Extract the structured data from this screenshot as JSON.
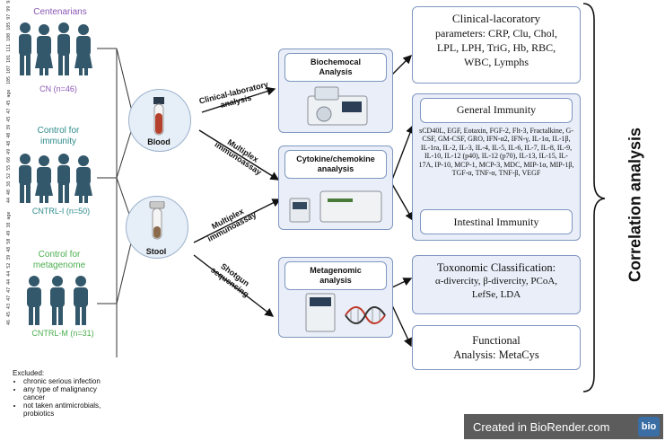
{
  "groups": {
    "centenarians": {
      "title": "Centenarians",
      "count": "CN (n=46)",
      "color": "#8a57b5",
      "ages": "105 107 101 111 100 105 97 99 98 102 100 96 98 97"
    },
    "immunity": {
      "title_line1": "Control for",
      "title_line2": "immunity",
      "count": "CNTRL-I (n=50)",
      "color": "#2e8b8b",
      "ages": "44 40 38 52 55 60 49 48 40 39 45 47 45 age"
    },
    "metagenome": {
      "title_line1": "Control for",
      "title_line2": "metagenome",
      "count": "CNTRL-M (n=31)",
      "color": "#4caf50",
      "ages": "46 45 43 47 47 44 44 52 39 48 50 49 38 age"
    }
  },
  "excluded": {
    "title": "Excluded:",
    "items": [
      "chronic serious infection",
      "any type of malignancy cancer",
      "not taken antimicrobials, probiotics"
    ]
  },
  "samples": {
    "blood": "Blood",
    "stool": "Stool"
  },
  "arrows": {
    "clinical": {
      "line1": "Clinical-laboratory",
      "line2": "analysis"
    },
    "multiplex1": {
      "line1": "Multiplex",
      "line2": "immunoassay"
    },
    "multiplex2": {
      "line1": "Multiplex",
      "line2": "immunoassay"
    },
    "shotgun": {
      "line1": "Shotgun",
      "line2": "sequencing"
    }
  },
  "panels": {
    "biochem": {
      "line1": "Biochemocal",
      "line2": "Analysis"
    },
    "cytokine": {
      "line1": "Cytokine/chemokine",
      "line2": "anaalysis"
    },
    "metagenomic": {
      "line1": "Metagenomic",
      "line2": "analysis"
    }
  },
  "results": {
    "clinical": {
      "line1": "Clinical-lacoratory",
      "line2": "parameters: CRP, Clu, Chol,",
      "line3": "LPL, LPH, TriG, Hb, RBC,",
      "line4": "WBC, Lymphs"
    },
    "general_immunity": {
      "title": "General Immunity",
      "markers": "sCD40L, EGF, Eotaxin, FGF-2, Flt-3, Fractalkine, G-CSF, GM-CSF, GRO, IFN-α2, IFN-γ, IL-1α, IL-1β, IL-1ra, IL-2, IL-3, IL-4, IL-5, IL-6, IL-7, IL-8, IL-9, IL-10, IL-12 (p40), IL-12 (p70), IL-13, IL-15, IL-17A, IP-10, MCP-1, MCP-3, MDC, MIP-1α, MIP-1β, TGF-α, TNF-α, TNF-β, VEGF"
    },
    "intestinal": {
      "title": "Intestinal Immunity"
    },
    "taxonomic": {
      "line1": "Toxonomic Classification:",
      "line2": "α-divercity,  β-divercity, PCoA,",
      "line3": "LefSe, LDA"
    },
    "functional": {
      "line1": "Functional",
      "line2": "Analysis: MetaCys"
    }
  },
  "correlation": "Correlation analysis",
  "badge": {
    "text": "Created in BioRender.com",
    "logo": "bio"
  },
  "colors": {
    "person": "#33586b",
    "border": "#7f97c0",
    "blood": "#b5402c"
  }
}
